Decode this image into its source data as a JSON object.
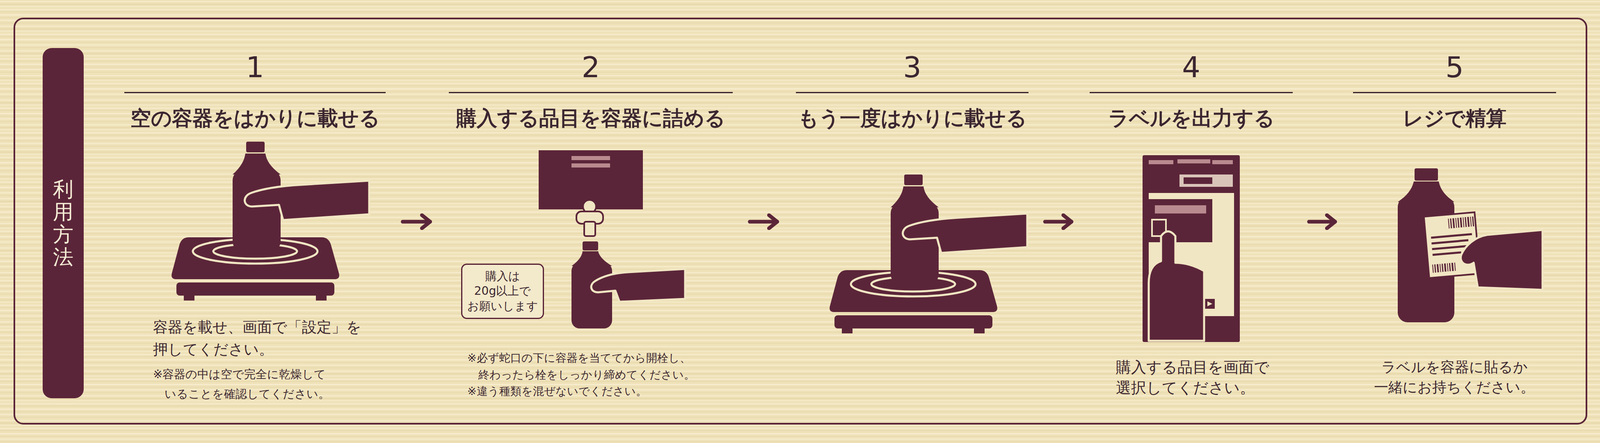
{
  "diagram": {
    "nodes": [
      {
        "text": [
          "利用方法"
        ]
      },
      {
        "text": [
          "1",
          "空の容器をはかりに載せる",
          "容器を載せ、画面で「設定」を 押してください。",
          "※容器の中は空で完全に乾燥して いることを確認してください。"
        ]
      },
      {
        "text": [
          "2",
          "購入する品目を容器に詰める",
          "※必ず蛇口の下に容器を当ててから開栓し、 終わったら栓をしっかり締めてください。",
          "※違う種類を混ぜないでください。"
        ]
      },
      {
        "text": [
          "購入は 20g以上で お願いします"
        ],
        "in": 2
      },
      {
        "text": [
          "3",
          "もう一度はかりに載せる"
        ]
      },
      {
        "text": [
          "4",
          "ラベルを出力する",
          "購入する品目を画面で 選択してください。"
        ]
      },
      {
        "text": [
          "5",
          "レジで精算",
          "ラベルを容器に貼るか 一緒にお持ちください。"
        ]
      }
    ],
    "edges": [
      {
        "from": 1,
        "to": 2,
        "arrow": "to"
      },
      {
        "from": 2,
        "to": 4,
        "arrow": "to"
      },
      {
        "from": 4,
        "to": 5,
        "arrow": "to"
      },
      {
        "from": 5,
        "to": 6,
        "arrow": "to"
      }
    ]
  }
}
